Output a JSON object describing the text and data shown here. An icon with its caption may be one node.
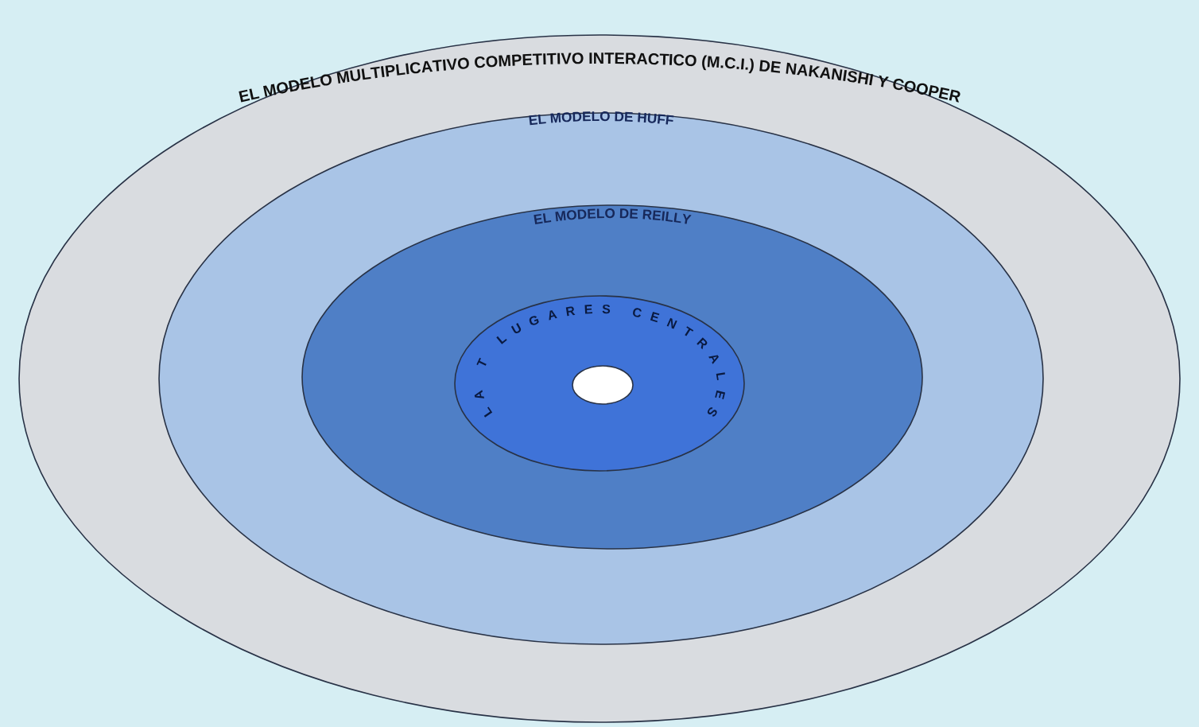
{
  "diagram": {
    "nodes": [
      {
        "text": [
          "EL MODELO MULTIPLICATIVO COMPETITIVO INTERACTICO (M.C.I.) DE NAKANISHI Y COOPER"
        ]
      },
      {
        "text": [
          "EL MODELO DE HUFF"
        ],
        "in": 0
      },
      {
        "text": [
          "EL MODELO DE REILLY"
        ],
        "in": 1
      },
      {
        "text": [
          "LA T LUGARES CENTRALES"
        ],
        "in": 2
      },
      {
        "text": [],
        "shape": "circle",
        "in": 3
      }
    ]
  }
}
